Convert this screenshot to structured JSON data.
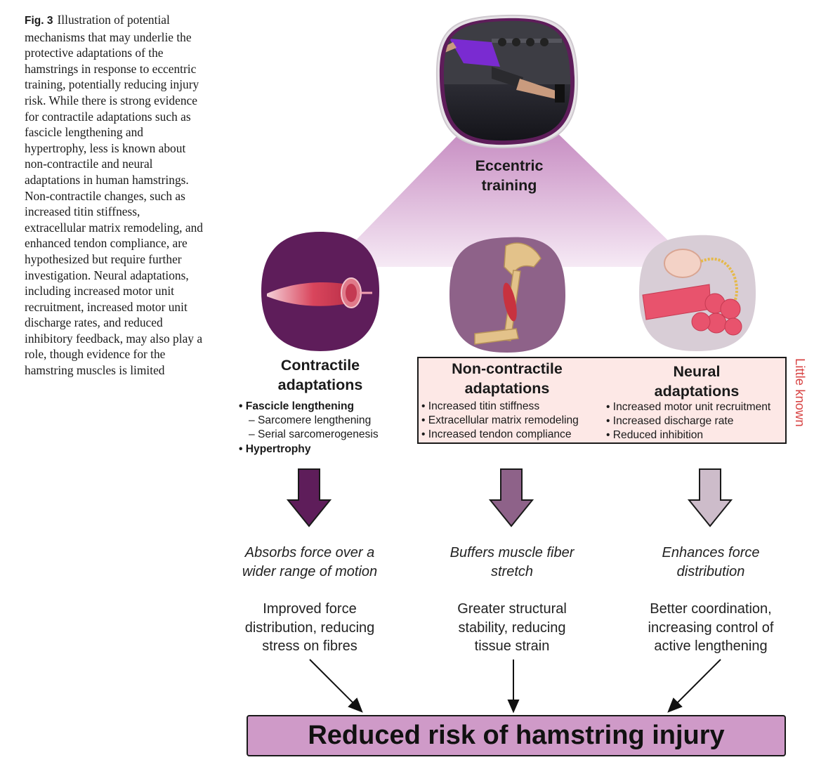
{
  "caption": {
    "label": "Fig. 3",
    "text": "Illustration of potential mechanisms that may underlie the protective adaptations of the hamstrings in response to eccentric training, potentially reducing injury risk. While there is strong evidence for contractile adaptations such as fascicle lengthening and hypertrophy, less is known about non-contractile and neural adaptations in human hamstrings. Non-contractile changes, such as increased titin stiffness, extracellular matrix remodeling, and enhanced tendon compliance, are hypothesized but require further investigation. Neural adaptations, including increased motor unit recruitment, increased motor unit discharge rates, and reduced inhibitory feedback, may also play a role, though evidence for the hamstring muscles is limited"
  },
  "diagram": {
    "top": {
      "label": "Eccentric training"
    },
    "little_known": "Little known",
    "columns": [
      {
        "title": "Contractile adaptations",
        "items": [
          {
            "text": "• Fascicle lengthening",
            "style": "bold"
          },
          {
            "text": "– Sarcomere lengthening",
            "style": "sub"
          },
          {
            "text": "– Serial sarcomerogenesis",
            "style": "sub"
          },
          {
            "text": "• Hypertrophy",
            "style": "bold"
          }
        ],
        "effect": "Absorbs force over a wider range of motion",
        "result": "Improved force distribution, reducing stress on fibres",
        "arrow_color": "#5e1d5a"
      },
      {
        "title": "Non-contractile adaptations",
        "items": [
          {
            "text": "• Increased titin stiffness",
            "style": "plain"
          },
          {
            "text": "• Extracellular matrix remodeling",
            "style": "plain"
          },
          {
            "text": "• Increased tendon compliance",
            "style": "plain"
          }
        ],
        "effect": "Buffers muscle fiber stretch",
        "result": "Greater structural stability, reducing tissue strain",
        "arrow_color": "#8e6289"
      },
      {
        "title": "Neural adaptations",
        "items": [
          {
            "text": "• Increased motor unit recruitment",
            "style": "plain"
          },
          {
            "text": "• Increased discharge rate",
            "style": "plain"
          },
          {
            "text": "• Reduced inhibition",
            "style": "plain"
          }
        ],
        "effect": "Enhances force distribution",
        "result": "Better coordination, increasing control of active lengthening",
        "arrow_color": "#cdbcca"
      }
    ],
    "outcome": "Reduced risk of hamstring injury",
    "colors": {
      "triangle": "#c48cc0",
      "contractile_blob": "#5e1d5a",
      "noncontractile_blob": "#8e6289",
      "neural_blob": "#d8cdd6",
      "pink_box": "#fde8e6",
      "little_known": "#d84545",
      "outcome_box": "#cf9ac8"
    }
  }
}
